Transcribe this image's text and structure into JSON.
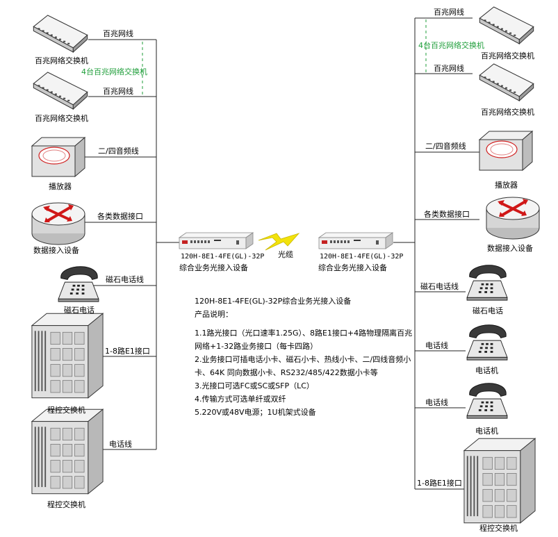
{
  "left": {
    "switch1_label": "百兆网络交换机",
    "switch1_line": "百兆网线",
    "switch_group": "4台百兆网络交换机",
    "switch2_label": "百兆网络交换机",
    "switch2_line": "百兆网线",
    "player_label": "播放器",
    "player_line": "二/四音频线",
    "data_label": "数据接入设备",
    "data_line": "各类数据接口",
    "phone_label": "磁石电话",
    "phone_line": "磁石电话线",
    "pbx1_label": "程控交换机",
    "pbx1_line": "1-8路E1接口",
    "pbx2_label": "程控交换机",
    "pbx2_line": "电话线"
  },
  "right": {
    "switch1_line": "百兆网线",
    "switch_group": "4台百兆网络交换机",
    "switch1_label": "百兆网络交换机",
    "switch2_line": "百兆网线",
    "switch2_label": "百兆网络交换机",
    "player_line": "二/四音频线",
    "player_label": "播放器",
    "data_line": "各类数据接口",
    "data_label": "数据接入设备",
    "phone1_line": "磁石电话线",
    "phone1_label": "磁石电话",
    "phone2_line": "电话线",
    "phone2_label": "电话机",
    "phone3_line": "电话线",
    "phone3_label": "电话机",
    "pbx_line": "1-8路E1接口",
    "pbx_label": "程控交换机"
  },
  "center": {
    "device_model": "120H-8E1-4FE(GL)-32P",
    "device_name": "综合业务光接入设备",
    "fiber_label": "光缆"
  },
  "description": {
    "title": "120H-8E1-4FE(GL)-32P综合业务光接入设备",
    "subtitle": "产品说明：",
    "lines": [
      "1.1路光接口（光口速率1.25G）、8路E1接口+4路物理隔离百兆网络+1-32路业务接口（每卡四路）",
      "2.业务接口可插电话小卡、磁石小卡、热线小卡、二/四线音频小卡、64K 同向数据小卡、RS232/485/422数据小卡等",
      "3.光接口可选FC或SC或SFP（LC）",
      "4.传输方式可选单纤或双纤",
      "5.220V或48V电源；1U机架式设备"
    ]
  },
  "colors": {
    "line": "#222222",
    "group_dash": "#1f9e3a",
    "lightning": "#f2e20c",
    "router_red": "#d01818"
  },
  "icons": [
    "switch-icon",
    "player-icon",
    "router-icon",
    "phone-icon",
    "pbx-icon",
    "optical-device-icon",
    "lightning-icon"
  ]
}
